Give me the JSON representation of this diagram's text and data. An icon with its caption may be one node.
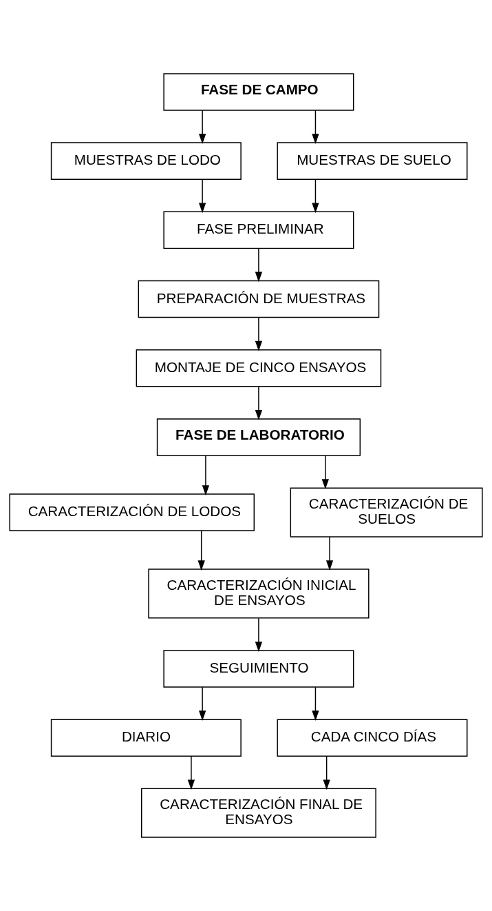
{
  "diagram": {
    "nodes": [
      {
        "text": [
          "FASE DE CAMPO"
        ]
      },
      {
        "text": [
          "MUESTRAS DE LODO"
        ]
      },
      {
        "text": [
          "MUESTRAS DE SUELO"
        ]
      },
      {
        "text": [
          "FASE PRELIMINAR"
        ]
      },
      {
        "text": [
          "PREPARACIÓN DE MUESTRAS"
        ]
      },
      {
        "text": [
          "MONTAJE DE CINCO ENSAYOS"
        ]
      },
      {
        "text": [
          "FASE DE LABORATORIO"
        ]
      },
      {
        "text": [
          "CARACTERIZACIÓN DE LODOS"
        ]
      },
      {
        "text": [
          "CARACTERIZACIÓN DE SUELOS"
        ]
      },
      {
        "text": [
          "CARACTERIZACIÓN INICIAL DE ENSAYOS"
        ]
      },
      {
        "text": [
          "SEGUIMIENTO"
        ]
      },
      {
        "text": [
          "DIARIO"
        ]
      },
      {
        "text": [
          "CADA CINCO DÍAS"
        ]
      },
      {
        "text": [
          "CARACTERIZACIÓN FINAL DE ENSAYOS"
        ]
      }
    ],
    "edges": [
      {
        "from": 0,
        "to": 1,
        "arrow": "to"
      },
      {
        "from": 0,
        "to": 2,
        "arrow": "to"
      },
      {
        "from": 1,
        "to": 3,
        "arrow": "to"
      },
      {
        "from": 2,
        "to": 3,
        "arrow": "to"
      },
      {
        "from": 3,
        "to": 4,
        "arrow": "to"
      },
      {
        "from": 4,
        "to": 5,
        "arrow": "to"
      },
      {
        "from": 5,
        "to": 6,
        "arrow": "to"
      },
      {
        "from": 6,
        "to": 7,
        "arrow": "to"
      },
      {
        "from": 6,
        "to": 8,
        "arrow": "to"
      },
      {
        "from": 7,
        "to": 9,
        "arrow": "to"
      },
      {
        "from": 8,
        "to": 9,
        "arrow": "to"
      },
      {
        "from": 9,
        "to": 10,
        "arrow": "to"
      },
      {
        "from": 10,
        "to": 11,
        "arrow": "to"
      },
      {
        "from": 10,
        "to": 12,
        "arrow": "to"
      },
      {
        "from": 11,
        "to": 13,
        "arrow": "to"
      },
      {
        "from": 12,
        "to": 13,
        "arrow": "to"
      }
    ]
  }
}
